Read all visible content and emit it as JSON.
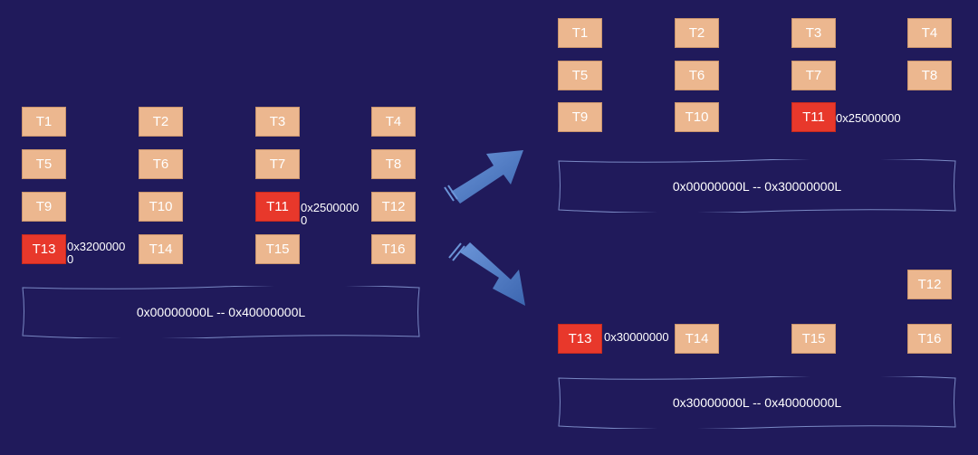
{
  "colors": {
    "background": "#201a5b",
    "tile": "#ecb78f",
    "highlight": "#e8382b",
    "arrow": "#4a78c2"
  },
  "left": {
    "tiles": [
      "T1",
      "T2",
      "T3",
      "T4",
      "T5",
      "T6",
      "T7",
      "T8",
      "T9",
      "T10",
      "T11",
      "T12",
      "T13",
      "T14",
      "T15",
      "T16"
    ],
    "t11_address": "0x25000000",
    "t13_address": "0x32000000",
    "range": "0x00000000L --  0x40000000L"
  },
  "top_right": {
    "tiles": [
      "T1",
      "T2",
      "T3",
      "T4",
      "T5",
      "T6",
      "T7",
      "T8",
      "T9",
      "T10",
      "T11"
    ],
    "t11_address": "0x25000000",
    "range": "0x00000000L --  0x30000000L"
  },
  "bottom_right": {
    "tiles": [
      "T12",
      "T13",
      "T14",
      "T15",
      "T16"
    ],
    "t13_address": "0x30000000",
    "range": "0x30000000L --  0x40000000L"
  }
}
